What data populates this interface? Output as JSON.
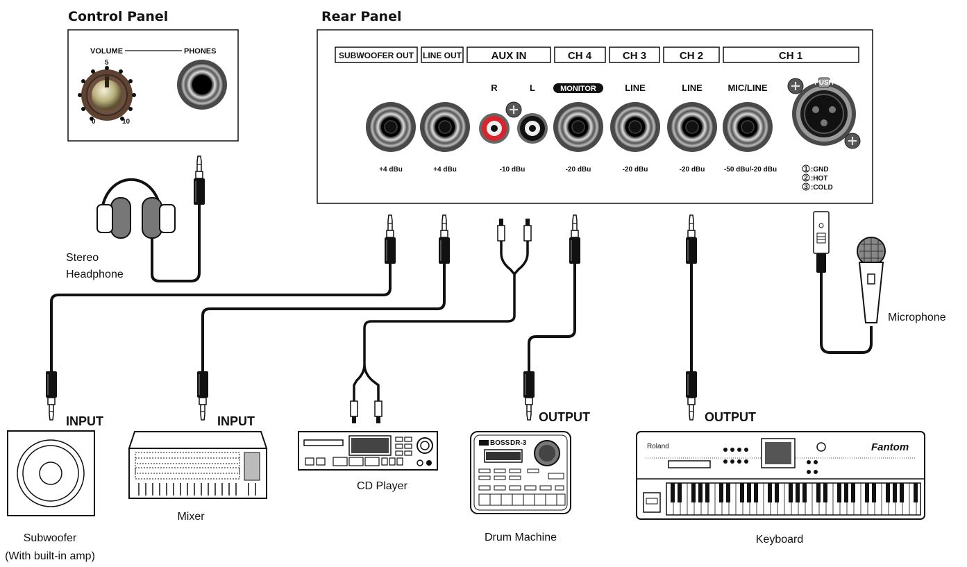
{
  "control_panel": {
    "title": "Control Panel",
    "volume_label": "VOLUME",
    "phones_label": "PHONES",
    "knob_marks": {
      "min": "0",
      "mid": "5",
      "max": "10"
    }
  },
  "rear_panel": {
    "title": "Rear Panel",
    "sections": {
      "subwoofer_out": "SUBWOOFER OUT",
      "line_out": "LINE OUT",
      "aux_in": "AUX IN",
      "ch4": "CH 4",
      "ch3": "CH 3",
      "ch2": "CH 2",
      "ch1": "CH 1"
    },
    "sub_labels": {
      "aux_r": "R",
      "aux_l": "L",
      "monitor": "MONITOR",
      "ch3_line": "LINE",
      "ch2_line": "LINE",
      "ch1_micline": "MIC/LINE",
      "xlr_push": "PUSH"
    },
    "levels": {
      "subwoofer_out": "+4 dBu",
      "line_out": "+4 dBu",
      "aux_in": "-10 dBu",
      "ch4": "-20 dBu",
      "ch3": "-20 dBu",
      "ch2": "-20 dBu",
      "ch1": "-50 dBu/-20 dBu"
    },
    "pins": [
      {
        "num": "1",
        "name": ":GND"
      },
      {
        "num": "2",
        "name": ":HOT"
      },
      {
        "num": "3",
        "name": ":COLD"
      }
    ]
  },
  "devices": {
    "headphone": [
      "Stereo",
      "Headphone"
    ],
    "microphone": "Microphone",
    "subwoofer": [
      "Subwoofer",
      "(With built-in amp)"
    ],
    "mixer": "Mixer",
    "cd_player": "CD Player",
    "drum_machine": "Drum Machine",
    "keyboard": "Keyboard",
    "keyboard_brand": "Roland",
    "keyboard_model": "Fantom",
    "drum_brand": "BOSS",
    "drum_model": "DR-3"
  },
  "io_labels": {
    "subwoofer_input": "INPUT",
    "mixer_input": "INPUT",
    "drum_output": "OUTPUT",
    "keyboard_output": "OUTPUT"
  },
  "colors": {
    "ink": "#111111",
    "panel_gray": "#7a7a7a",
    "rca_red": "#d8242c"
  }
}
